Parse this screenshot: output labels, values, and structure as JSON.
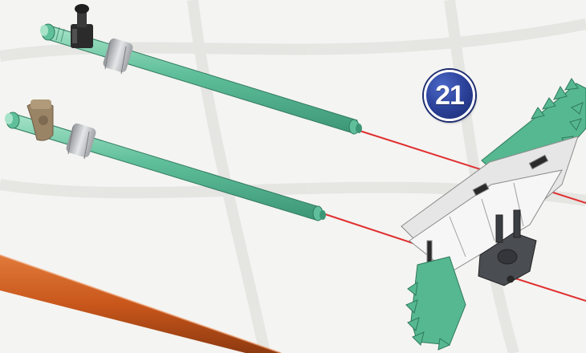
{
  "step": {
    "number": "21"
  },
  "colors": {
    "rod": "#5fbf9a",
    "rod_dark": "#3c9676",
    "rod_light": "#a6e3c8",
    "bushing": "#c9ccd0",
    "guide_line": "#e03030",
    "badge": "#2a3f96",
    "orange_beam": "#c9571c",
    "clip_dark": "#2b2b2b",
    "clip_tan": "#9a8466",
    "gear": "#56b890",
    "frame": "#e6e6e6",
    "motor": "#4a4d52"
  },
  "parts": [
    {
      "name": "upper-green-rod",
      "icon": "axle-rod"
    },
    {
      "name": "lower-green-rod",
      "icon": "axle-rod"
    },
    {
      "name": "black-clip",
      "icon": "clip-icon"
    },
    {
      "name": "tan-clip",
      "icon": "clip-icon"
    },
    {
      "name": "grey-bushing",
      "icon": "bushing-icon"
    },
    {
      "name": "gear-rack-assembly",
      "icon": "gear-assembly"
    }
  ]
}
